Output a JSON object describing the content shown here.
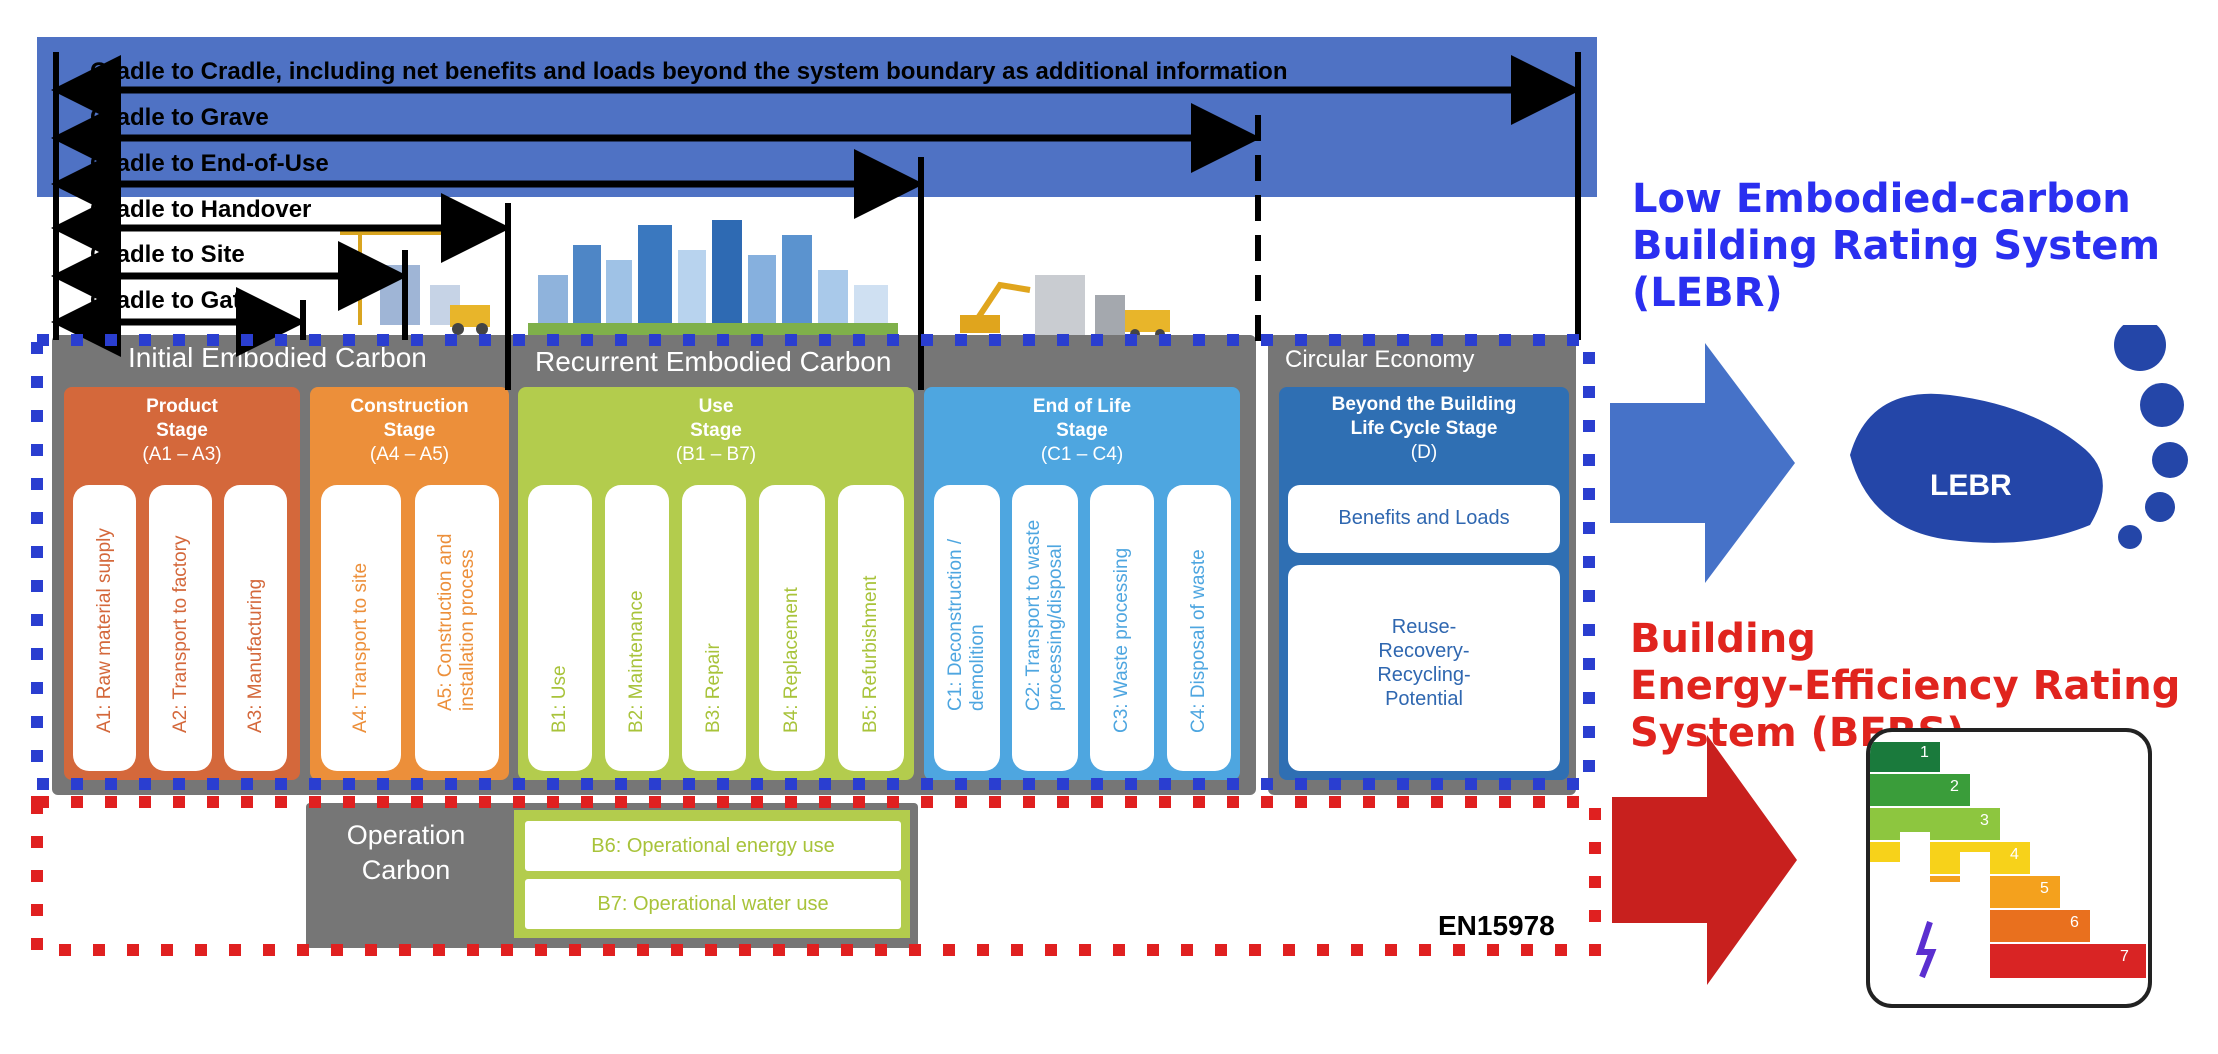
{
  "scopes": [
    {
      "label": "Cradle to Cradle, including net benefits and loads beyond the system boundary as additional information"
    },
    {
      "label": "Cradle to Grave"
    },
    {
      "label": "Cradle to End-of-Use"
    },
    {
      "label": "Cradle to Handover"
    },
    {
      "label": "Cradle to Site"
    },
    {
      "label": "Cradle to Gate"
    }
  ],
  "sections": {
    "initial": "Initial Embodied Carbon",
    "recurrent": "Recurrent Embodied Carbon",
    "circular": "Circular Economy",
    "operation": "Operation\nCarbon"
  },
  "stages": {
    "product": {
      "title": "Product\nStage",
      "code": "(A1 – A3)",
      "color": "#d4683b",
      "modules": [
        "A1: Raw material supply",
        "A2: Transport to factory",
        "A3: Manufacturing"
      ]
    },
    "construction": {
      "title": "Construction\nStage",
      "code": "(A4 – A5)",
      "color": "#ec8f3a",
      "modules": [
        "A4: Transport to site",
        "A5: Construction and\ninstallation process"
      ]
    },
    "use": {
      "title": "Use\nStage",
      "code": "(B1 – B7)",
      "color": "#b3cc4d",
      "modules": [
        "B1: Use",
        "B2: Maintenance",
        "B3: Repair",
        "B4: Replacement",
        "B5: Refurbishment"
      ]
    },
    "eol": {
      "title": "End of Life\nStage",
      "code": "(C1 – C4)",
      "color": "#4ea6e0",
      "modules": [
        "C1: Deconstruction /\ndemolition",
        "C2: Transport to waste\nprocessing/disposal",
        "C3: Waste processing",
        "C4: Disposal of waste"
      ]
    },
    "beyond": {
      "title": "Beyond the Building\nLife Cycle Stage",
      "code": "(D)",
      "color": "#2f6fb3",
      "modules": [
        "Benefits and Loads",
        "Reuse-\nRecovery-\nRecycling-\nPotential"
      ]
    }
  },
  "operation": {
    "b6": "B6: Operational energy use",
    "b7": "B7: Operational water use"
  },
  "standard": "EN15978",
  "ratings": {
    "lebr_title": "Low Embodied-carbon\nBuilding Rating System\n(LEBR)",
    "lebr_logo_text": "LEBR",
    "bers_title": "Building\nEnergy-Efficiency Rating\nSystem (BERS)",
    "bers_grades": [
      "1",
      "2",
      "3",
      "4",
      "5",
      "6",
      "7"
    ]
  },
  "colors": {
    "scope_bar": "#4f72c4",
    "panel_gray": "#767676",
    "embodied_boundary": "#2a3ed0",
    "operational_boundary": "#e02020",
    "lebr_arrow": "#4672c8",
    "bers_arrow": "#c8201e"
  }
}
